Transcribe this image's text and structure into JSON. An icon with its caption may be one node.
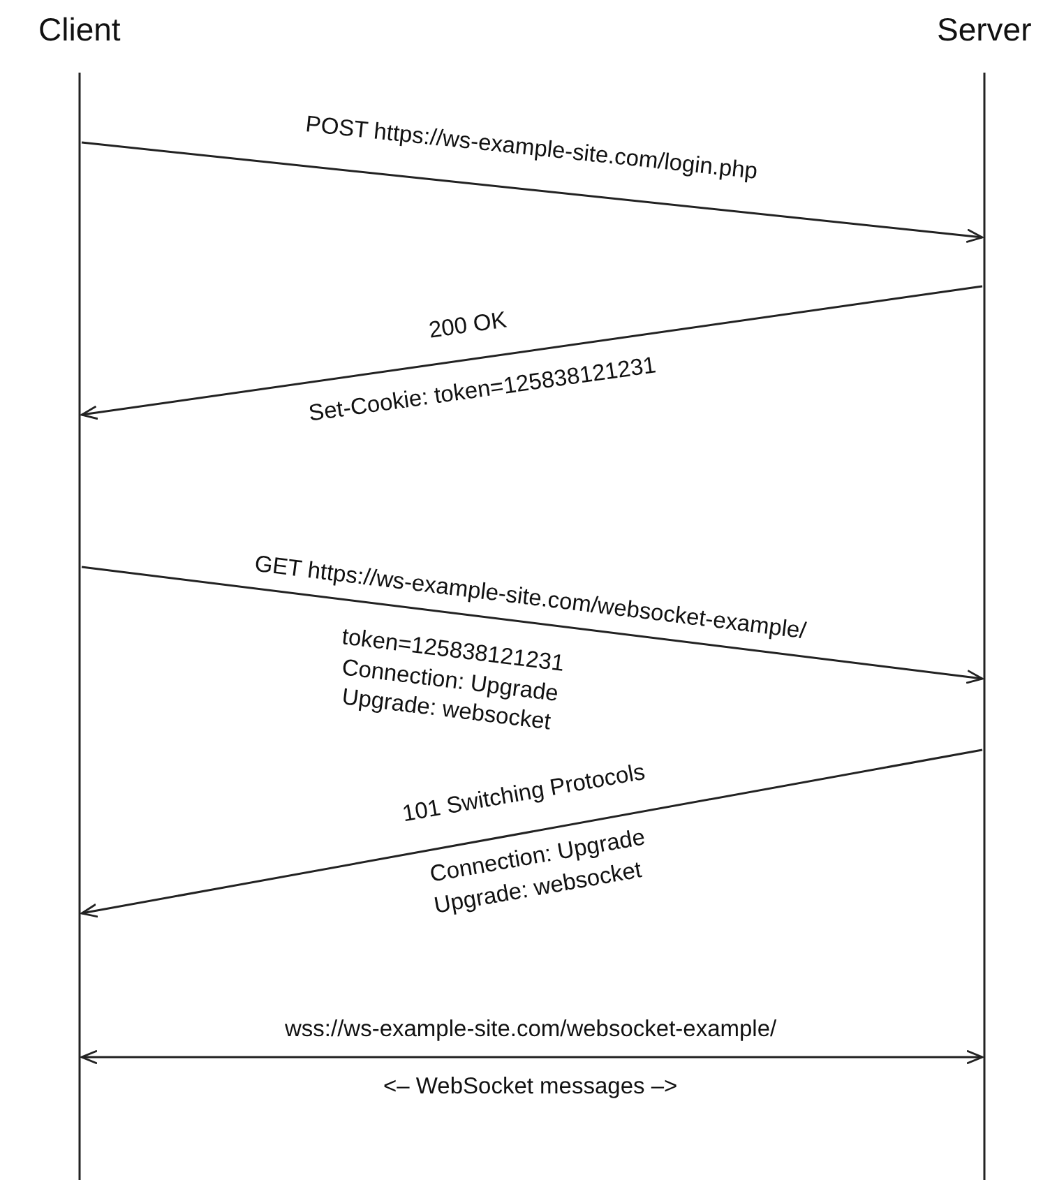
{
  "diagram": {
    "nodes": [
      {
        "text": [
          "Client"
        ]
      },
      {
        "text": [
          "Server"
        ]
      }
    ],
    "edges": [
      {
        "from": 0,
        "to": 1,
        "arrow": "to",
        "label": "POST https://ws-example-site.com/login.php"
      },
      {
        "from": 1,
        "to": 0,
        "arrow": "to",
        "label": "200 OK"
      },
      {
        "from": 0,
        "to": 1,
        "arrow": "to",
        "label": "GET https://ws-example-site.com/websocket-example/"
      },
      {
        "from": 1,
        "to": 0,
        "arrow": "to",
        "label": "101 Switching Protocols"
      },
      {
        "from": 0,
        "to": 1,
        "arrow": "both",
        "label": "wss://ws-example-site.com/websocket-example/"
      }
    ],
    "labels": [
      "Set-Cookie: token=125838121231",
      "token=125838121231",
      "Connection: Upgrade",
      "Upgrade: websocket",
      "Connection: Upgrade",
      "Upgrade: websocket",
      "<– WebSocket messages –>"
    ]
  }
}
